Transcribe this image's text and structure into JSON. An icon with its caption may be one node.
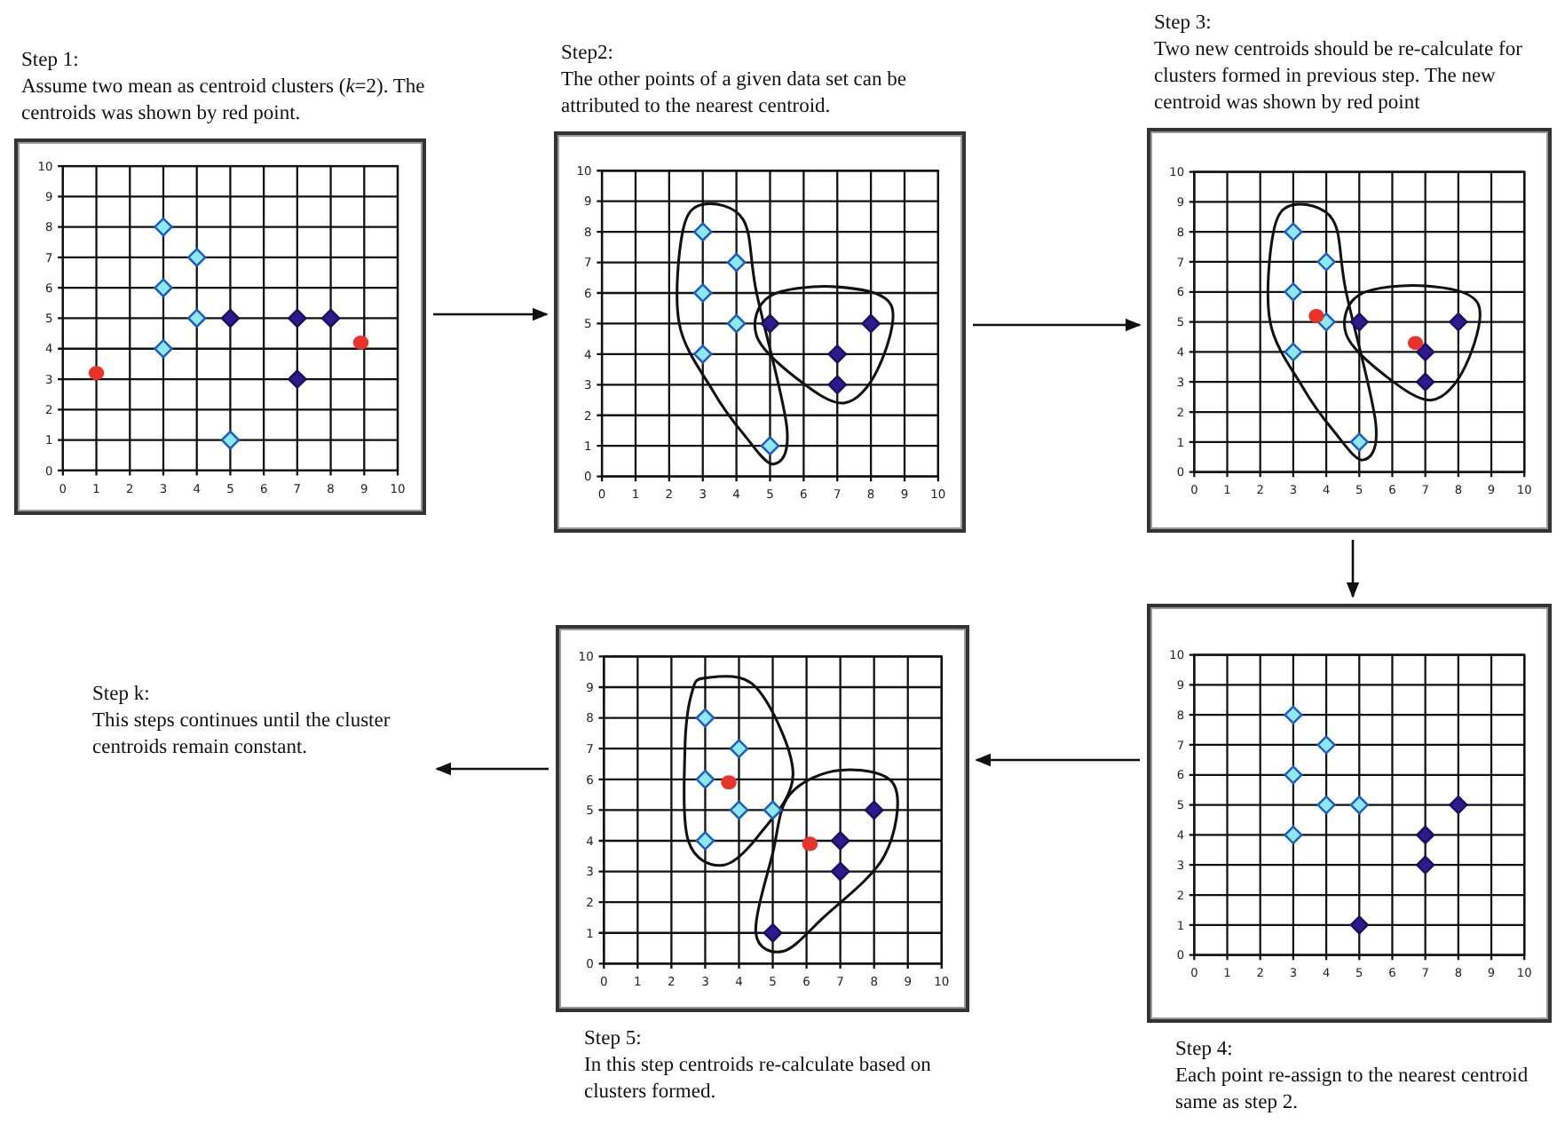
{
  "diagram": {
    "nodes": [
      {
        "text": [
          "Step 1:",
          "Assume two mean as centroid clusters (*k*=2). The centroids was shown by red point."
        ]
      },
      {
        "text": [
          "Step2:",
          "The other points of a given data set can be attributed to the nearest centroid."
        ]
      },
      {
        "text": [
          "Step 3:",
          "Two new centroids should be re-calculate for clusters formed in previous step. The new centroid was shown by red point"
        ]
      },
      {
        "text": [
          "Step k:",
          "This steps continues until the cluster centroids remain constant."
        ]
      },
      {
        "text": [
          "Step 5:",
          "In this step centroids re-calculate based on clusters formed."
        ]
      },
      {
        "text": [
          "Step 4:",
          "Each point re-assign to the nearest centroid same as step 2."
        ]
      }
    ],
    "edges": [
      {
        "from": 0,
        "to": 1,
        "arrow": "to"
      },
      {
        "from": 1,
        "to": 2,
        "arrow": "to"
      },
      {
        "from": 2,
        "to": 5,
        "arrow": "to"
      },
      {
        "from": 5,
        "to": 4,
        "arrow": "to"
      },
      {
        "from": 4,
        "to": 3,
        "arrow": "to"
      }
    ],
    "chart_data": [
      {
        "type": "scatter",
        "grid": true,
        "x": [
          3,
          4,
          3,
          4,
          3,
          5,
          5,
          7,
          8,
          7,
          1,
          8.9
        ],
        "xlim": [
          0,
          10
        ],
        "ylim": [
          0,
          10
        ],
        "xticks": [
          0,
          1,
          2,
          3,
          4,
          5,
          6,
          7,
          8,
          9,
          10
        ],
        "yticks": [
          0,
          1,
          2,
          3,
          4,
          5,
          6,
          7,
          8,
          9,
          10
        ],
        "series": [
          {
            "color": "#8ee8f0",
            "values": [
              8,
              7,
              6,
              5,
              4,
              1,
              null,
              null,
              null,
              null,
              null,
              null
            ]
          },
          {
            "color": "#2b1b8c",
            "values": [
              null,
              null,
              null,
              null,
              null,
              null,
              5,
              5,
              5,
              3,
              null,
              null
            ]
          },
          {
            "color": "#e8322a",
            "values": [
              null,
              null,
              null,
              null,
              null,
              null,
              null,
              null,
              null,
              null,
              3.2,
              4.2
            ]
          }
        ]
      },
      {
        "type": "scatter",
        "grid": true,
        "x": [
          3,
          4,
          3,
          4,
          3,
          5,
          5,
          7,
          8,
          7
        ],
        "xlim": [
          0,
          10
        ],
        "ylim": [
          0,
          10
        ],
        "xticks": [
          0,
          1,
          2,
          3,
          4,
          5,
          6,
          7,
          8,
          9,
          10
        ],
        "yticks": [
          0,
          1,
          2,
          3,
          4,
          5,
          6,
          7,
          8,
          9,
          10
        ],
        "series": [
          {
            "color": "#8ee8f0",
            "values": [
              8,
              7,
              6,
              5,
              4,
              1,
              null,
              null,
              null,
              null
            ]
          },
          {
            "color": "#2b1b8c",
            "values": [
              null,
              null,
              null,
              null,
              null,
              null,
              5,
              4,
              5,
              3
            ]
          }
        ]
      },
      {
        "type": "scatter",
        "grid": true,
        "x": [
          3,
          4,
          3,
          4,
          3,
          5,
          5,
          7,
          8,
          7,
          3.7,
          6.7
        ],
        "xlim": [
          0,
          10
        ],
        "ylim": [
          0,
          10
        ],
        "xticks": [
          0,
          1,
          2,
          3,
          4,
          5,
          6,
          7,
          8,
          9,
          10
        ],
        "yticks": [
          0,
          1,
          2,
          3,
          4,
          5,
          6,
          7,
          8,
          9,
          10
        ],
        "series": [
          {
            "color": "#8ee8f0",
            "values": [
              8,
              7,
              6,
              5,
              4,
              1,
              null,
              null,
              null,
              null,
              null,
              null
            ]
          },
          {
            "color": "#2b1b8c",
            "values": [
              null,
              null,
              null,
              null,
              null,
              null,
              5,
              4,
              5,
              3,
              null,
              null
            ]
          },
          {
            "color": "#e8322a",
            "values": [
              null,
              null,
              null,
              null,
              null,
              null,
              null,
              null,
              null,
              null,
              5.2,
              4.3
            ]
          }
        ]
      },
      {
        "type": "scatter",
        "grid": true,
        "x": [
          3,
          4,
          3,
          4,
          3,
          5,
          7,
          8,
          7,
          5,
          3.7,
          6.1
        ],
        "xlim": [
          0,
          10
        ],
        "ylim": [
          0,
          10
        ],
        "xticks": [
          0,
          1,
          2,
          3,
          4,
          5,
          6,
          7,
          8,
          9,
          10
        ],
        "yticks": [
          0,
          1,
          2,
          3,
          4,
          5,
          6,
          7,
          8,
          9,
          10
        ],
        "series": [
          {
            "color": "#8ee8f0",
            "values": [
              8,
              7,
              6,
              5,
              4,
              5,
              null,
              null,
              null,
              null,
              null,
              null
            ]
          },
          {
            "color": "#2b1b8c",
            "values": [
              null,
              null,
              null,
              null,
              null,
              null,
              4,
              5,
              3,
              1,
              null,
              null
            ]
          },
          {
            "color": "#e8322a",
            "values": [
              null,
              null,
              null,
              null,
              null,
              null,
              null,
              null,
              null,
              null,
              5.9,
              3.9
            ]
          }
        ]
      },
      {
        "type": "scatter",
        "grid": true,
        "x": [
          3,
          4,
          3,
          4,
          3,
          5,
          7,
          8,
          7,
          5
        ],
        "xlim": [
          0,
          10
        ],
        "ylim": [
          0,
          10
        ],
        "xticks": [
          0,
          1,
          2,
          3,
          4,
          5,
          6,
          7,
          8,
          9,
          10
        ],
        "yticks": [
          0,
          1,
          2,
          3,
          4,
          5,
          6,
          7,
          8,
          9,
          10
        ],
        "series": [
          {
            "color": "#8ee8f0",
            "values": [
              8,
              7,
              6,
              5,
              4,
              5,
              null,
              null,
              null,
              null
            ]
          },
          {
            "color": "#2b1b8c",
            "values": [
              null,
              null,
              null,
              null,
              null,
              null,
              4,
              5,
              3,
              1
            ]
          }
        ]
      }
    ]
  }
}
